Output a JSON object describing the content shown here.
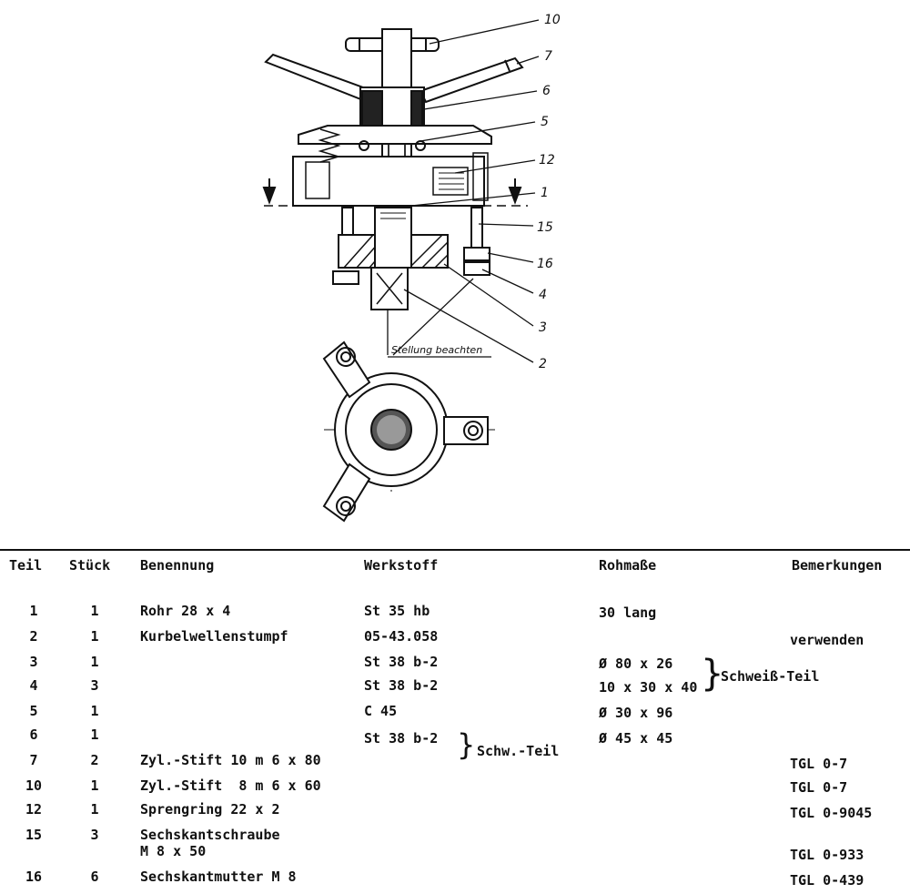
{
  "drawing": {
    "callouts": [
      "10",
      "7",
      "6",
      "5",
      "12",
      "1",
      "15",
      "16",
      "4",
      "3",
      "2"
    ],
    "note": "Stellung beachten"
  },
  "table": {
    "headers": {
      "teil": "Teil",
      "stueck": "Stück",
      "benennung": "Benennung",
      "werkstoff": "Werkstoff",
      "rohmasse": "Rohmaße",
      "bemerkungen": "Bemerkungen"
    },
    "rows": [
      {
        "teil": "1",
        "stueck": "1",
        "benennung": "Rohr 28 x 4",
        "werkstoff": "St 35 hb",
        "rohmasse": "30 lang",
        "bemerkungen": ""
      },
      {
        "teil": "2",
        "stueck": "1",
        "benennung": "Kurbelwellenstumpf",
        "werkstoff": "05-43.058",
        "rohmasse": "",
        "bemerkungen": "verwenden"
      },
      {
        "teil": "3",
        "stueck": "1",
        "benennung": "",
        "werkstoff": "St 38 b-2",
        "rohmasse": "Ø 80 x 26",
        "bemerkungen": ""
      },
      {
        "teil": "4",
        "stueck": "3",
        "benennung": "",
        "werkstoff": "St 38 b-2",
        "rohmasse": "10 x 30 x 40",
        "bemerkungen": ""
      },
      {
        "teil": "5",
        "stueck": "1",
        "benennung": "",
        "werkstoff": "C 45",
        "rohmasse": "Ø 30 x 96",
        "bemerkungen": ""
      },
      {
        "teil": "6",
        "stueck": "1",
        "benennung": "",
        "werkstoff": "St 38 b-2",
        "rohmasse": "Ø 45 x 45",
        "bemerkungen": ""
      },
      {
        "teil": "7",
        "stueck": "2",
        "benennung": "Zyl.-Stift 10 m 6 x 80",
        "werkstoff": "",
        "rohmasse": "",
        "bemerkungen": "TGL 0-7"
      },
      {
        "teil": "10",
        "stueck": "1",
        "benennung": "Zyl.-Stift  8 m 6 x 60",
        "werkstoff": "",
        "rohmasse": "",
        "bemerkungen": "TGL 0-7"
      },
      {
        "teil": "12",
        "stueck": "1",
        "benennung": "Sprengring 22 x 2",
        "werkstoff": "",
        "rohmasse": "",
        "bemerkungen": "TGL 0-9045"
      },
      {
        "teil": "15",
        "stueck": "3",
        "benennung": "Sechskantschraube",
        "benennung2": "M 8 x 50",
        "werkstoff": "",
        "rohmasse": "",
        "bemerkungen": "TGL 0-933"
      },
      {
        "teil": "16",
        "stueck": "6",
        "benennung": "Sechskantmutter M 8",
        "werkstoff": "",
        "rohmasse": "",
        "bemerkungen": "TGL 0-439"
      }
    ],
    "groups": {
      "schweissteil": "Schweiß-Teil",
      "schw_teil": "Schw.-Teil"
    }
  }
}
